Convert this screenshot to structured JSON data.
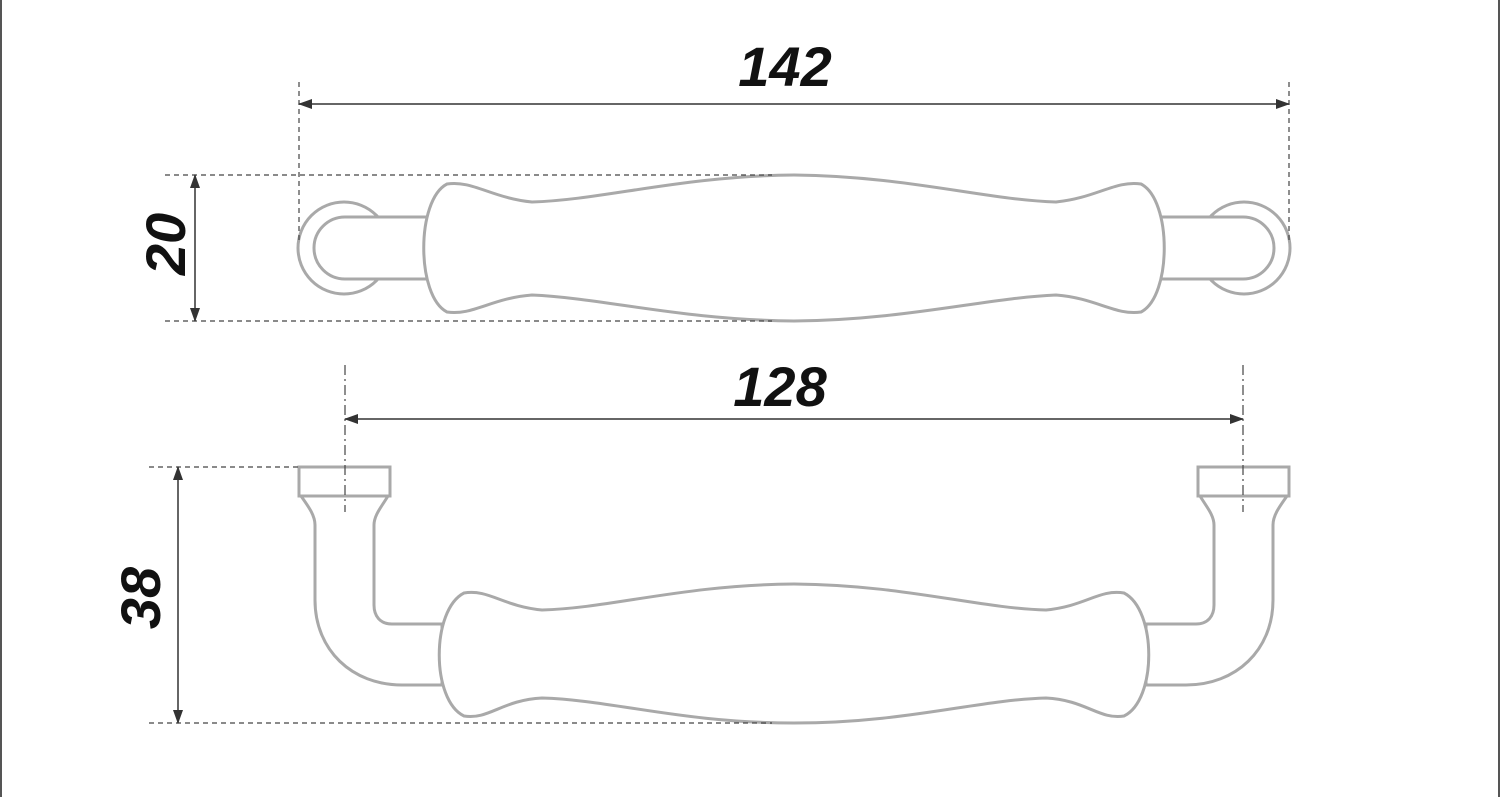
{
  "dimensions": {
    "overall_length": "142",
    "height_top_view": "20",
    "hole_spacing": "128",
    "projection": "38"
  },
  "colors": {
    "outline": "#a9a9a9",
    "dimension": "#333333"
  }
}
